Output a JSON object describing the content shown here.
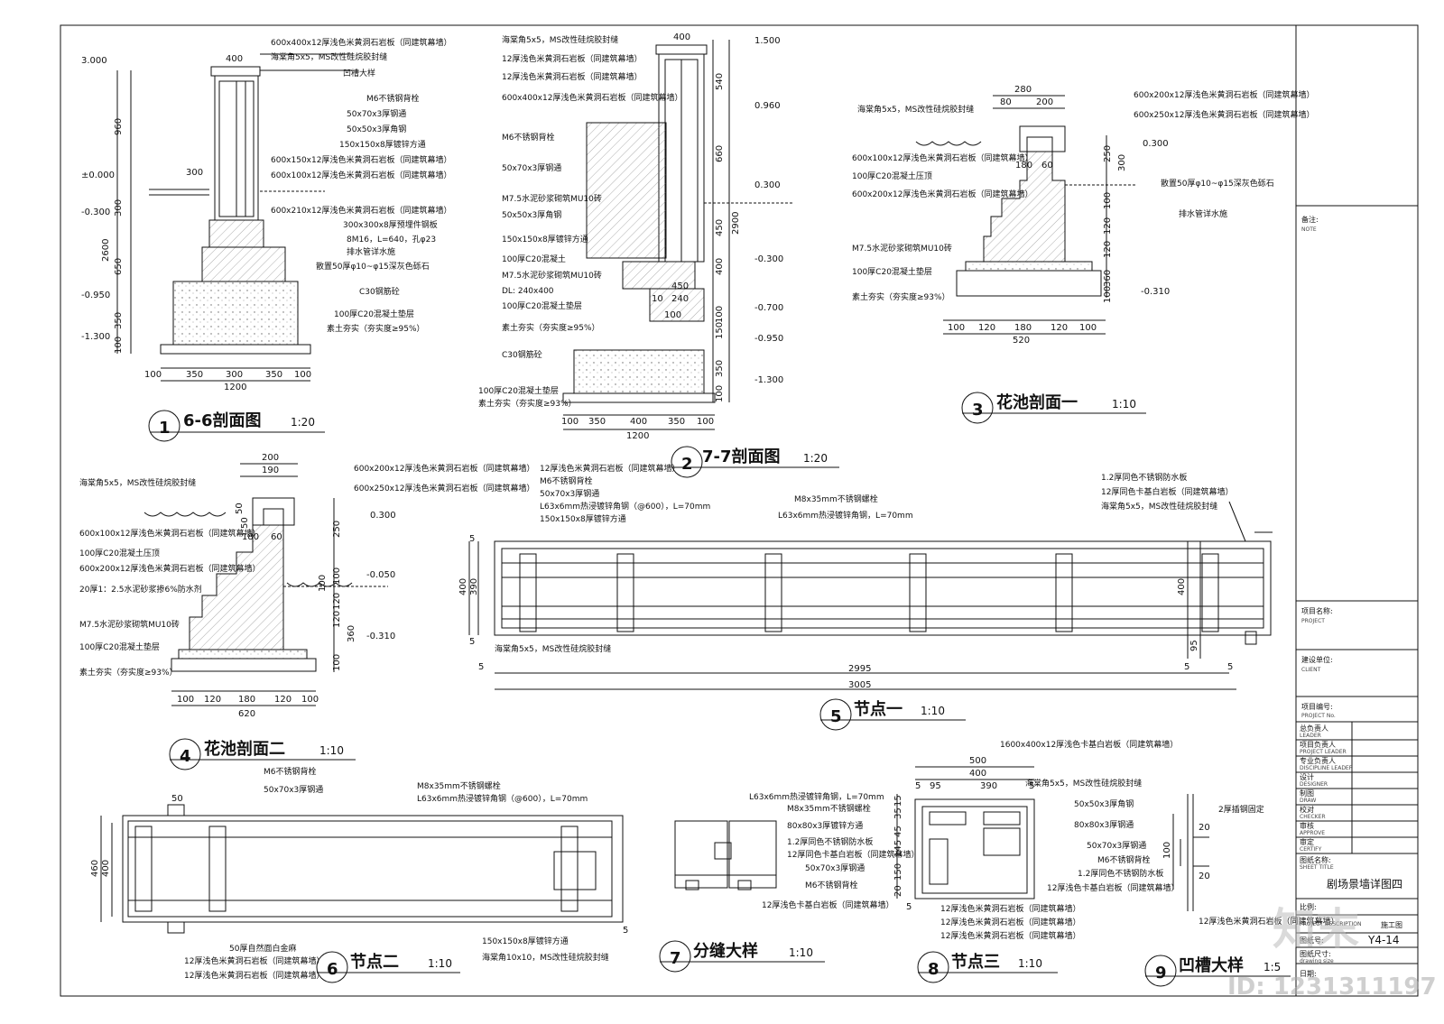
{
  "drawing": {
    "sheet_title": "剧场景墙详图四",
    "watermark_logo": "知末",
    "watermark_id": "ID: 1231311197"
  },
  "title_block": {
    "notes_label": "备注:",
    "notes_en": "NOTE",
    "project_label": "项目名称:",
    "project_en": "PROJECT",
    "client_label": "建设单位:",
    "client_en": "CLIENT",
    "project_no_label": "项目编号:",
    "project_no_en": "PROJECT No.",
    "roles": [
      {
        "cn": "总负责人",
        "en": "LEADER"
      },
      {
        "cn": "项目负责人",
        "en": "PROJECT LEADER"
      },
      {
        "cn": "专业负责人",
        "en": "DISCIPLINE LEADER"
      },
      {
        "cn": "设计",
        "en": "DESIGNER"
      },
      {
        "cn": "制图",
        "en": "DRAW"
      },
      {
        "cn": "校对",
        "en": "CHECKER"
      },
      {
        "cn": "审核",
        "en": "APPROVE"
      },
      {
        "cn": "审定",
        "en": "CERTIFY"
      }
    ],
    "sheet_name_label": "图纸名称:",
    "sheet_name_en": "SHEET TITLE",
    "scale_label": "比例:",
    "desc_label": "PROJECT DESCRIPTION",
    "desc_value": "施工图",
    "sheet_no_label": "图纸号:",
    "sheet_no_value": "Y4-14",
    "size_label": "图纸尺寸:",
    "size_en": "drawing size",
    "date_label": "日期:"
  },
  "details": [
    {
      "num": "1",
      "title": "6-6剖面图",
      "scale": "1:20"
    },
    {
      "num": "2",
      "title": "7-7剖面图",
      "scale": "1:20"
    },
    {
      "num": "3",
      "title": "花池剖面一",
      "scale": "1:10"
    },
    {
      "num": "4",
      "title": "花池剖面二",
      "scale": "1:10"
    },
    {
      "num": "5",
      "title": "节点一",
      "scale": "1:10"
    },
    {
      "num": "6",
      "title": "节点二",
      "scale": "1:10"
    },
    {
      "num": "7",
      "title": "分缝大样",
      "scale": "1:10"
    },
    {
      "num": "8",
      "title": "节点三",
      "scale": "1:10"
    },
    {
      "num": "9",
      "title": "凹槽大样",
      "scale": "1:5"
    }
  ],
  "d1": {
    "levels": [
      "3.000",
      "±0.000",
      "-0.300",
      "-0.950",
      "-1.300"
    ],
    "vdims": [
      "960",
      "300",
      "650",
      "350",
      "100",
      "2600"
    ],
    "hdims": [
      "100",
      "350",
      "300",
      "350",
      "100"
    ],
    "total": "1200",
    "top": "400",
    "side": "300",
    "notes": [
      "600x400x12厚浅色米黄洞石岩板（同建筑幕墙）",
      "海棠角5x5，MS改性硅烷胶封缝",
      "凹槽大样",
      "M6不锈钢背栓",
      "50x70x3厚钢通",
      "50x50x3厚角钢",
      "150x150x8厚镀锌方通",
      "600x150x12厚浅色米黄洞石岩板（同建筑幕墙）",
      "600x100x12厚浅色米黄洞石岩板（同建筑幕墙）",
      "600x210x12厚浅色米黄洞石岩板（同建筑幕墙）",
      "300x300x8厚预埋件钢板",
      "8M16，L=640，孔φ23",
      "排水管详水施",
      "散置50厚φ10~φ15深灰色砾石",
      "C30钢筋砼",
      "100厚C20混凝土垫层",
      "素土夯实（夯实度≥95%）"
    ]
  },
  "d2": {
    "levels": [
      "1.500",
      "0.960",
      "0.300",
      "-0.300",
      "-0.700",
      "-0.950",
      "-1.300"
    ],
    "vdims": [
      "540",
      "660",
      "450",
      "400",
      "150",
      "100",
      "350",
      "100",
      "2900"
    ],
    "hdims": [
      "100",
      "350",
      "400",
      "350",
      "100"
    ],
    "total": "1200",
    "top": "400",
    "inner": [
      "450",
      "10",
      "240",
      "100"
    ],
    "notes": [
      "海棠角5x5，MS改性硅烷胶封缝",
      "12厚浅色米黄洞石岩板（同建筑幕墙）",
      "12厚浅色米黄洞石岩板（同建筑幕墙）",
      "600x400x12厚浅色米黄洞石岩板（同建筑幕墙）",
      "M6不锈钢背栓",
      "50x70x3厚钢通",
      "M7.5水泥砂浆砌筑MU10砖",
      "50x50x3厚角钢",
      "150x150x8厚镀锌方通",
      "100厚C20混凝土",
      "M7.5水泥砂浆砌筑MU10砖",
      "DL: 240x400",
      "100厚C20混凝土垫层",
      "素土夯实（夯实度≥95%）",
      "C30钢筋砼",
      "100厚C20混凝土垫层",
      "素土夯实（夯实度≥93%）"
    ]
  },
  "d3": {
    "levels": [
      "0.300",
      "-0.310"
    ],
    "top": [
      "280",
      "80",
      "200"
    ],
    "vdims": [
      "250",
      "300",
      "100",
      "120",
      "120",
      "360",
      "100"
    ],
    "hdims": [
      "100",
      "120",
      "180",
      "120",
      "100"
    ],
    "total": "520",
    "mid": [
      "180",
      "60"
    ],
    "notes": [
      "海棠角5x5，MS改性硅烷胶封缝",
      "600x200x12厚浅色米黄洞石岩板（同建筑幕墙）",
      "600x250x12厚浅色米黄洞石岩板（同建筑幕墙）",
      "600x100x12厚浅色米黄洞石岩板（同建筑幕墙）",
      "100厚C20混凝土压顶",
      "600x200x12厚浅色米黄洞石岩板（同建筑幕墙）",
      "散置50厚φ10~φ15深灰色砾石",
      "排水管详水施",
      "M7.5水泥砂浆砌筑MU10砖",
      "100厚C20混凝土垫层",
      "素土夯实（夯实度≥93%）"
    ]
  },
  "d4": {
    "levels": [
      "0.300",
      "-0.050",
      "-0.310"
    ],
    "top": [
      "200",
      "190",
      "50"
    ],
    "vdims": [
      "250",
      "100",
      "100",
      "120",
      "120",
      "360",
      "100"
    ],
    "hdims": [
      "100",
      "120",
      "180",
      "120",
      "100"
    ],
    "total": "620",
    "mid": [
      "50",
      "180",
      "60"
    ],
    "notes": [
      "海棠角5x5，MS改性硅烷胶封缝",
      "600x200x12厚浅色米黄洞石岩板（同建筑幕墙）",
      "600x250x12厚浅色米黄洞石岩板（同建筑幕墙）",
      "600x100x12厚浅色米黄洞石岩板（同建筑幕墙）",
      "100厚C20混凝土压顶",
      "600x200x12厚浅色米黄洞石岩板（同建筑幕墙）",
      "20厚1：2.5水泥砂浆掺6%防水剂",
      "M7.5水泥砂浆砌筑MU10砖",
      "100厚C20混凝土垫层",
      "素土夯实（夯实度≥93%）"
    ]
  },
  "d5": {
    "notes_top": [
      "12厚浅色米黄洞石岩板（同建筑幕墙）",
      "M6不锈钢背栓",
      "50x70x3厚钢通",
      "L63x6mm热浸镀锌角钢（@600），L=70mm",
      "150x150x8厚镀锌方通",
      "M8x35mm不锈钢螺栓",
      "L63x6mm热浸镀锌角钢，L=70mm",
      "1.2厚同色不锈钢防水板",
      "12厚同色卡基白岩板（同建筑幕墙）",
      "海棠角5x5，MS改性硅烷胶封缝"
    ],
    "note_bottom": "海棠角5x5，MS改性硅烷胶封缝",
    "vdims": [
      "400",
      "390",
      "5",
      "5",
      "400",
      "95",
      "5"
    ],
    "spans": [
      "2995",
      "3005"
    ],
    "end": [
      "5",
      "5"
    ]
  },
  "d6": {
    "notes": [
      "M6不锈钢背栓",
      "50x70x3厚钢通",
      "M8x35mm不锈钢螺栓",
      "L63x6mm热浸镀锌角钢（@600），L=70mm",
      "50厚自然面白金麻",
      "12厚浅色米黄洞石岩板（同建筑幕墙）",
      "12厚浅色米黄洞石岩板（同建筑幕墙）",
      "150x150x8厚镀锌方通",
      "海棠角10x10，MS改性硅烷胶封缝"
    ],
    "vdims": [
      "460",
      "400"
    ],
    "top": "50",
    "side": "5"
  },
  "d7": {
    "notes": [
      "L63x6mm热浸镀锌角钢，L=70mm",
      "M8x35mm不锈钢螺栓",
      "80x80x3厚镀锌方通",
      "1.2厚同色不锈钢防水板",
      "12厚同色卡基白岩板（同建筑幕墙）",
      "50x70x3厚钢通",
      "M6不锈钢背栓",
      "12厚浅色卡基白岩板（同建筑幕墙）"
    ]
  },
  "d8": {
    "top": [
      "500",
      "400",
      "5",
      "95",
      "390",
      "5"
    ],
    "vdims": [
      "15",
      "35",
      "45",
      "145",
      "150",
      "20",
      "5"
    ],
    "notes": [
      "1600x400x12厚浅色卡基白岩板（同建筑幕墙）",
      "海棠角5x5，MS改性硅烷胶封缝",
      "50x50x3厚角钢",
      "80x80x3厚钢通",
      "50x70x3厚钢通",
      "M6不锈钢背栓",
      "1.2厚同色不锈钢防水板",
      "12厚浅色卡基白岩板（同建筑幕墙）",
      "12厚浅色米黄洞石岩板（同建筑幕墙）",
      "12厚浅色米黄洞石岩板（同建筑幕墙）",
      "12厚浅色米黄洞石岩板（同建筑幕墙）"
    ]
  },
  "d9": {
    "notes": [
      "2厚插钢固定",
      "12厚浅色米黄洞石岩板（同建筑幕墙）"
    ],
    "dims": [
      "100",
      "20",
      "20"
    ]
  }
}
